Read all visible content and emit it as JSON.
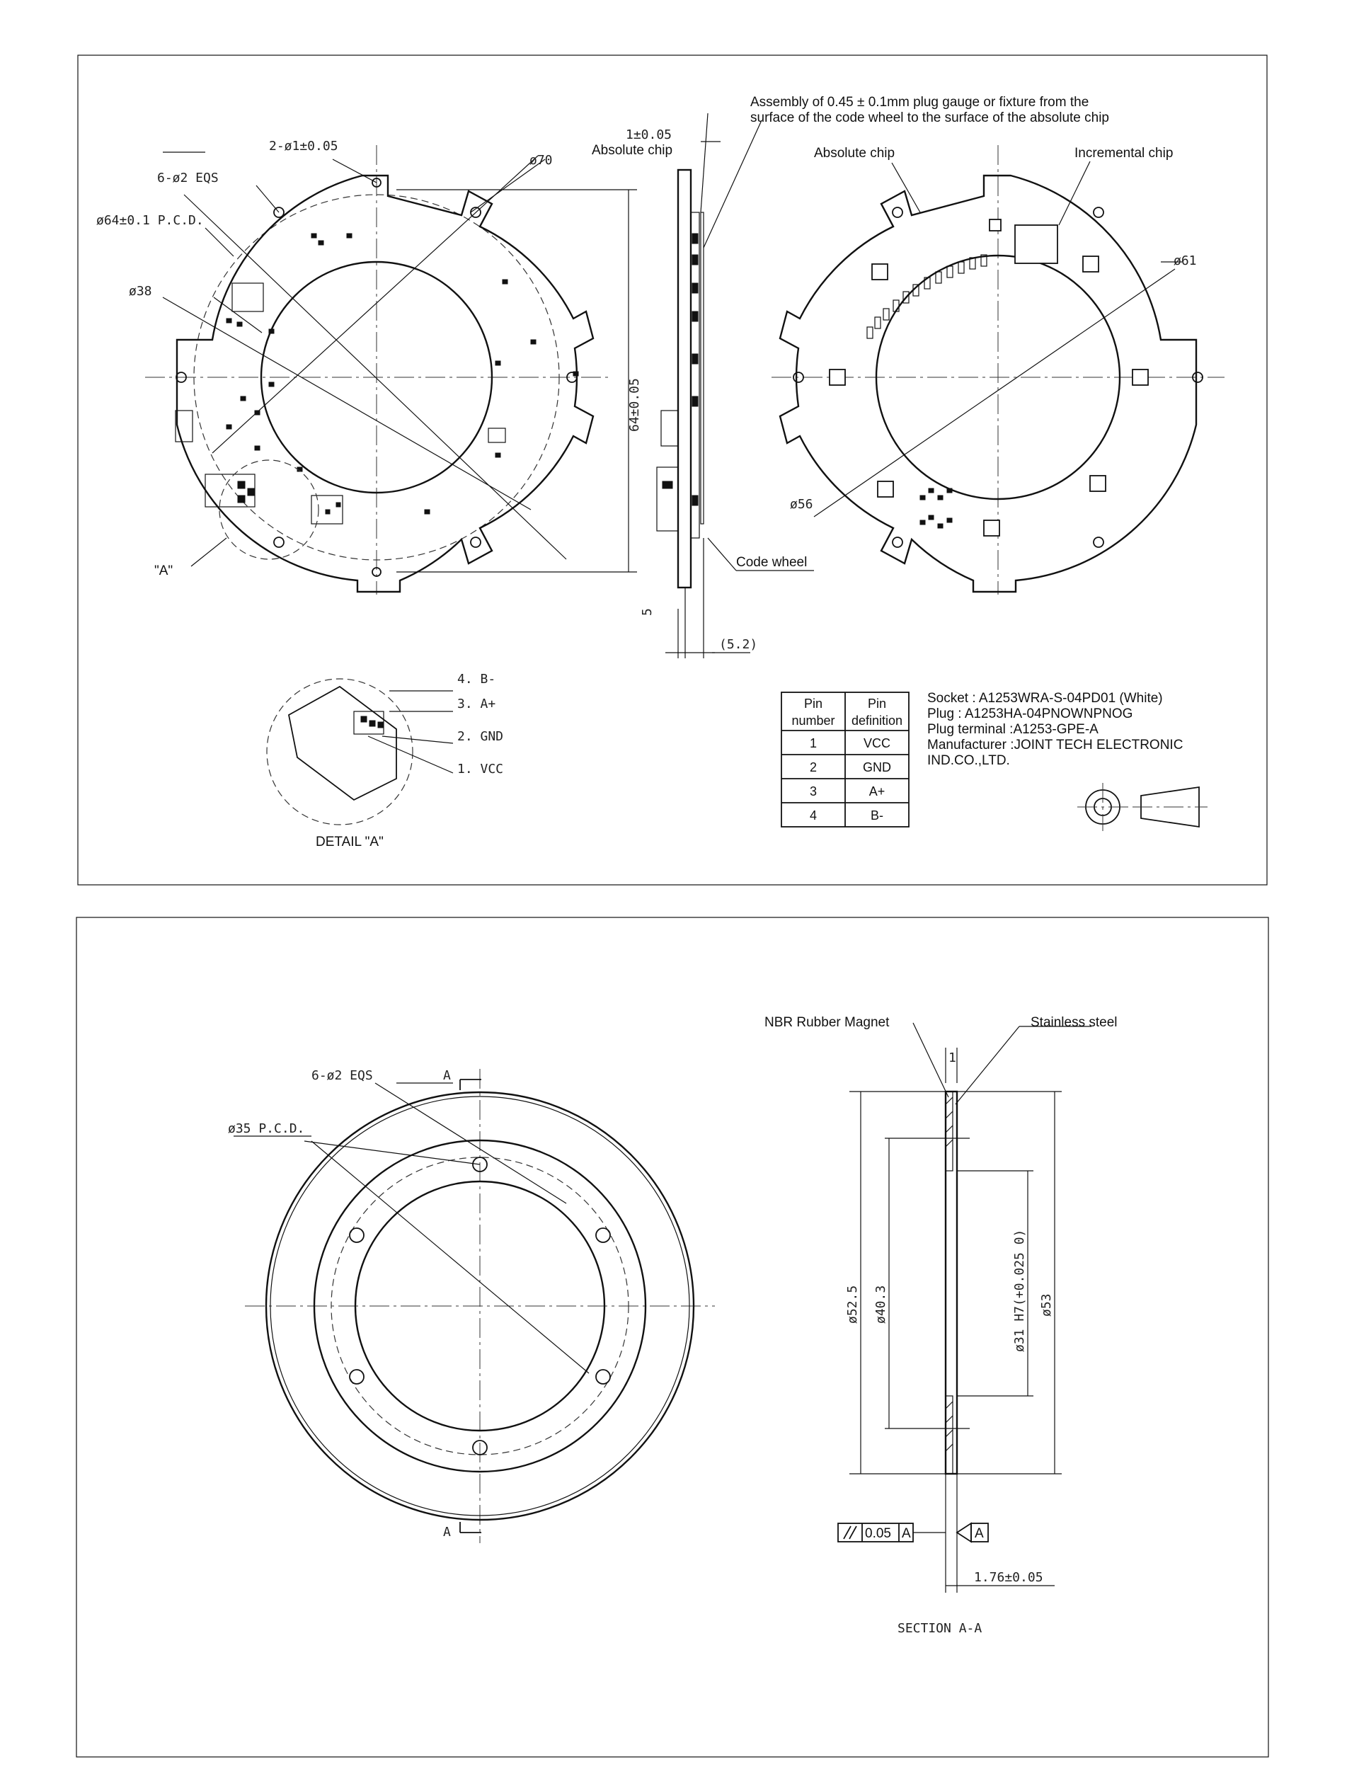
{
  "sheet1": {
    "notes": {
      "assembly": [
        "Assembly of 0.45 ± 0.1mm plug gauge or fixture from the",
        "surface of the code wheel to the surface of the absolute chip"
      ],
      "absolute_chip_side": "Absolute chip",
      "absolute_chip": "Absolute chip",
      "incremental_chip": "Incremental chip",
      "code_wheel": "Code wheel",
      "detail_ref": "\"A\"",
      "detail_title": "DETAIL \"A\""
    },
    "dims": {
      "holes_2": "2-ø1±0.05",
      "holes_6": "6-ø2 EQS",
      "pcd": "ø64±0.1 P.C.D.",
      "d70": "ø70",
      "d38": "ø38",
      "h64": "64±0.05",
      "gap": "1±0.05",
      "thk": "5",
      "thk2": "(5.2)",
      "d61": "ø61",
      "d56": "ø56"
    },
    "pins_callouts": [
      "4. B-",
      "3. A+",
      "2. GND",
      "1. VCC"
    ],
    "pin_table": {
      "headers": [
        [
          "Pin",
          "number"
        ],
        [
          "Pin",
          "definition"
        ]
      ],
      "rows": [
        [
          "1",
          "VCC"
        ],
        [
          "2",
          "GND"
        ],
        [
          "3",
          "A+"
        ],
        [
          "4",
          "B-"
        ]
      ]
    },
    "connector_info": [
      "Socket : A1253WRA-S-04PD01  (White)",
      "Plug : A1253HA-04PNOWNPNOG",
      "Plug terminal :A1253-GPE-A",
      "Manufacturer :JOINT TECH ELECTRONIC",
      "IND.CO.,LTD."
    ]
  },
  "sheet2": {
    "dims": {
      "holes": "6-ø2 EQS",
      "pcd": "ø35 P.C.D.",
      "section_mark": "A",
      "d52_5": "ø52.5",
      "d40": "ø40.3",
      "d31": "ø31 H7(+0.025 0)",
      "d53": "ø53",
      "thk": "1.76±0.05",
      "flat": "0.05",
      "datum": "A",
      "thin": "1"
    },
    "labels": {
      "magnet": "NBR Rubber Magnet",
      "steel": "Stainless steel",
      "section": "SECTION A-A"
    }
  }
}
